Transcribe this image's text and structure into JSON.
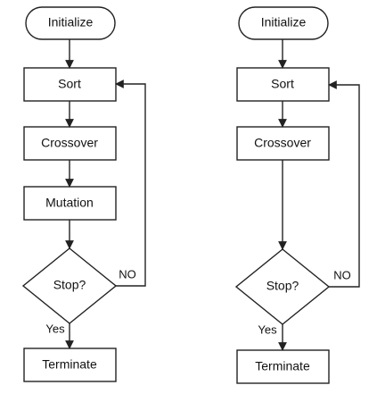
{
  "flowcharts": [
    {
      "nodes": {
        "initialize": "Initialize",
        "sort": "Sort",
        "crossover": "Crossover",
        "mutation": "Mutation",
        "stop": "Stop?",
        "terminate": "Terminate"
      },
      "edges": {
        "no_label": "NO",
        "yes_label": "Yes"
      }
    },
    {
      "nodes": {
        "initialize": "Initialize",
        "sort": "Sort",
        "crossover": "Crossover",
        "stop": "Stop?",
        "terminate": "Terminate"
      },
      "edges": {
        "no_label": "NO",
        "yes_label": "Yes"
      }
    }
  ],
  "colors": {
    "stroke": "#222222",
    "fill": "#ffffff",
    "text": "#111111"
  }
}
